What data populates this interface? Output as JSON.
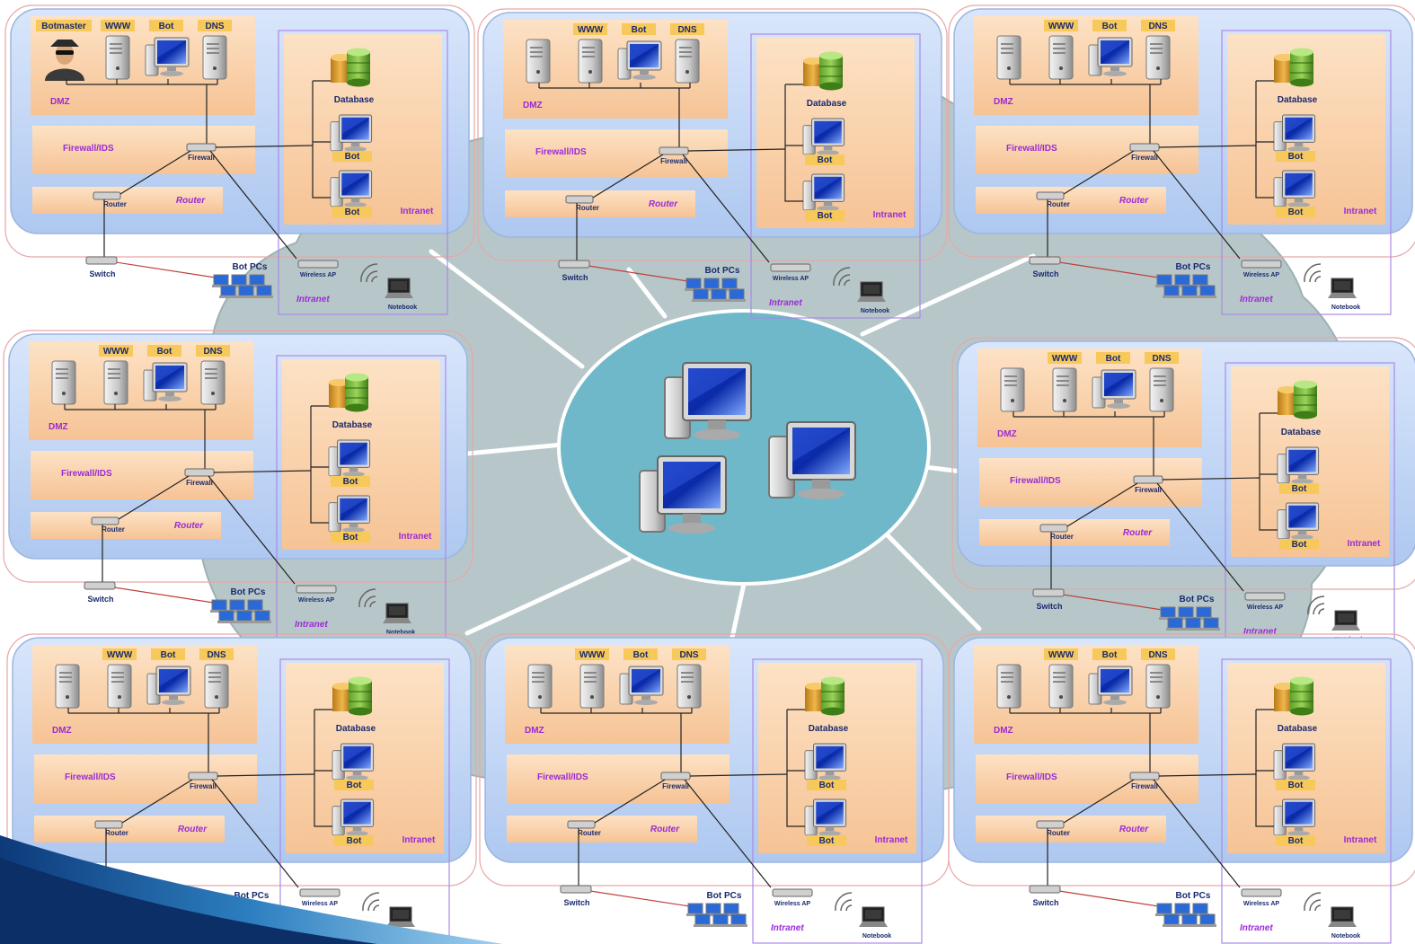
{
  "labels": {
    "botmaster": "Botmaster",
    "www": "WWW",
    "bot": "Bot",
    "dns": "DNS",
    "dmz": "DMZ",
    "firewall_ids": "Firewall/IDS",
    "firewall": "Firewall",
    "router_box": "Router",
    "router": "Router",
    "database": "Database",
    "intranet": "Intranet",
    "switch": "Switch",
    "bot_pcs": "Bot PCs",
    "wireless_ap": "Wireless AP",
    "notebook": "Notebook"
  },
  "networks": [
    {
      "id": "top-left",
      "has_botmaster": true
    },
    {
      "id": "top-center",
      "has_botmaster": false
    },
    {
      "id": "top-right",
      "has_botmaster": false
    },
    {
      "id": "middle-left",
      "has_botmaster": false
    },
    {
      "id": "middle-right",
      "has_botmaster": false
    },
    {
      "id": "bottom-left",
      "has_botmaster": false
    },
    {
      "id": "bottom-center",
      "has_botmaster": false
    },
    {
      "id": "bottom-right",
      "has_botmaster": false
    }
  ],
  "colors": {
    "cloud": "#b7c7c9",
    "hub": "#6fb8c9",
    "panel": "#c9dbf5",
    "zone": "#f9cfa4",
    "label_bar": "#f7c85a",
    "purple_text": "#9b2bd6",
    "navy_text": "#1a2a6e"
  }
}
